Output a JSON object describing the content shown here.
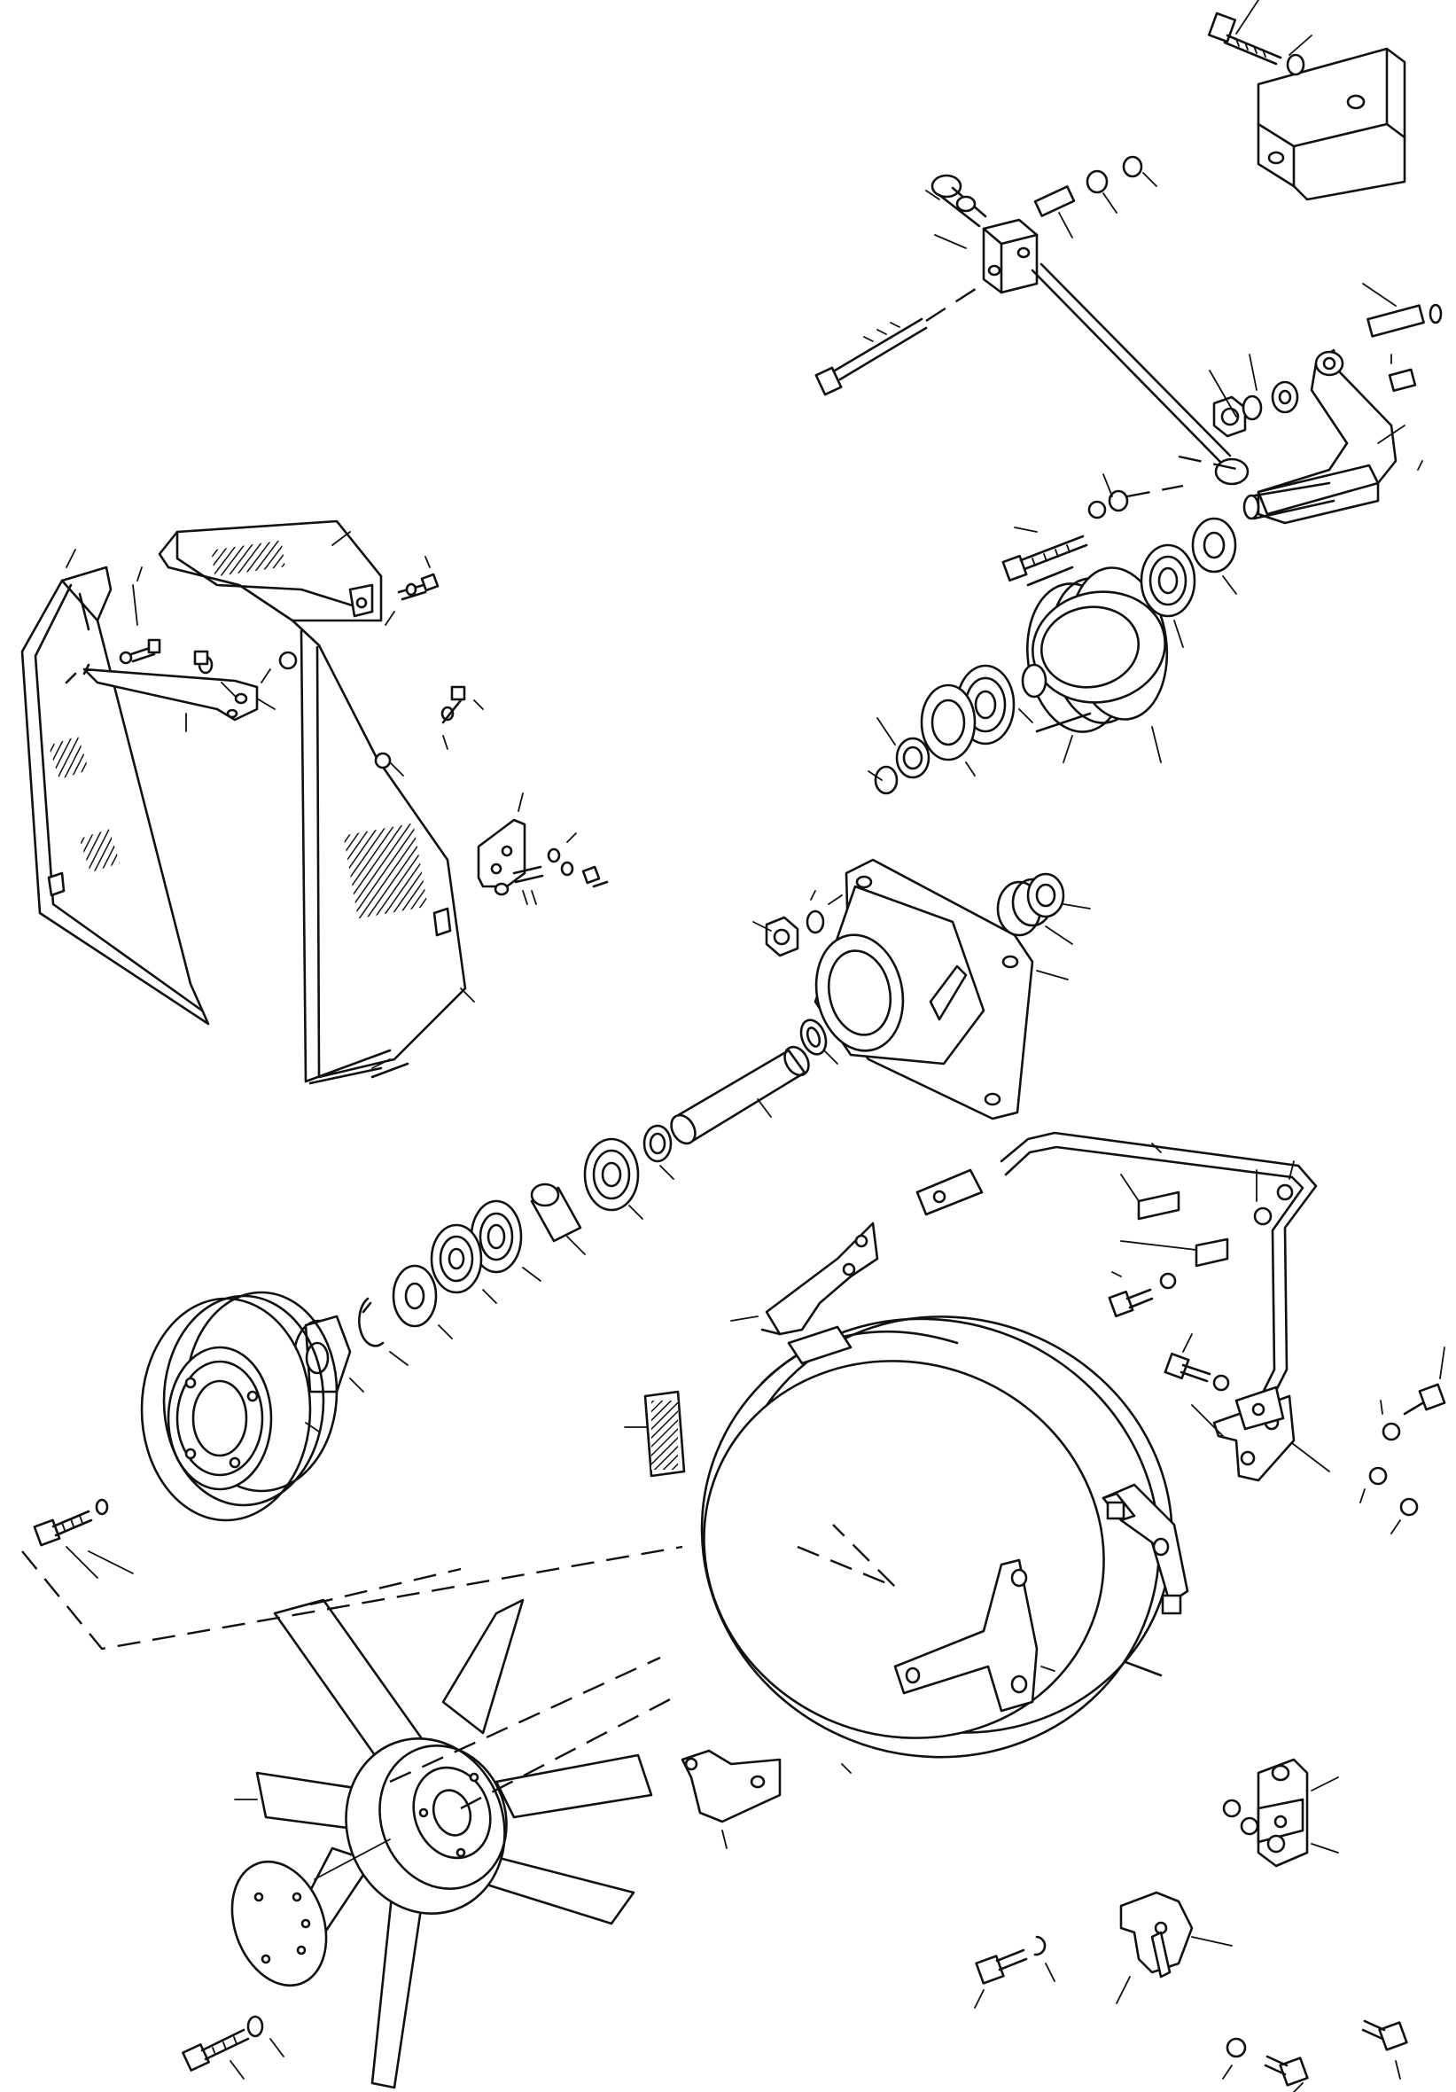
{
  "diagram": {
    "type": "exploded-parts-diagram",
    "labels_printed": false,
    "components": [
      {
        "id": "mounting-bracket",
        "icon": "bracket-icon"
      },
      {
        "id": "tensioner-arm",
        "icon": "lever-icon"
      },
      {
        "id": "tensioner-pulley",
        "icon": "pulley-icon"
      },
      {
        "id": "fan-guard-left",
        "icon": "guard-icon"
      },
      {
        "id": "fan-guard-right",
        "icon": "guard-icon"
      },
      {
        "id": "fan-support-housing",
        "icon": "housing-icon"
      },
      {
        "id": "fan-shaft",
        "icon": "shaft-icon"
      },
      {
        "id": "fan-drive-pulley",
        "icon": "pulley-icon"
      },
      {
        "id": "fan-shroud",
        "icon": "ring-icon"
      },
      {
        "id": "fan-blade",
        "icon": "fan-icon"
      },
      {
        "id": "fan-spacer-plate",
        "icon": "plate-icon"
      },
      {
        "id": "support-rod",
        "icon": "rod-icon"
      },
      {
        "id": "hardware",
        "icon": "bolt-icon"
      }
    ]
  }
}
